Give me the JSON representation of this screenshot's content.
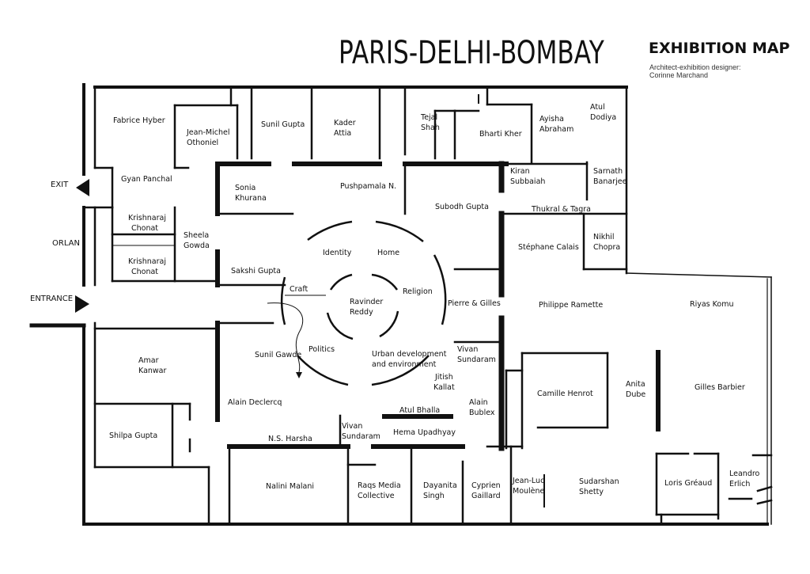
{
  "header": {
    "title": "PARIS-DELHI-BOMBAY",
    "subtitle": "EXHIBITION MAP",
    "designer_line1": "Architect-exhibition designer:",
    "designer_line2": "Corinne Marchand"
  },
  "markers": {
    "exit": "EXIT",
    "orlan": "ORLAN",
    "entrance": "ENTRANCE"
  },
  "rooms": {
    "fabrice_hyber": [
      "Fabrice Hyber"
    ],
    "jean_michel_othoniel": [
      "Jean-Michel",
      "Othoniel"
    ],
    "sunil_gupta": [
      "Sunil Gupta"
    ],
    "kader_attia": [
      "Kader",
      "Attia"
    ],
    "tejal_shah": [
      "Tejal",
      "Shah"
    ],
    "bharti_kher": [
      "Bharti Kher"
    ],
    "ayisha_abraham": [
      "Ayisha",
      "Abraham"
    ],
    "atul_dodiya": [
      "Atul",
      "Dodiya"
    ],
    "gyan_panchal": [
      "Gyan Panchal"
    ],
    "sonia_khurana": [
      "Sonia",
      "Khurana"
    ],
    "pushpamala_n": [
      "Pushpamala N."
    ],
    "kiran_subbaiah": [
      "Kiran",
      "Subbaiah"
    ],
    "sarnath_banarjee": [
      "Sarnath",
      "Banarjee"
    ],
    "subodh_gupta": [
      "Subodh Gupta"
    ],
    "thukral_tagra": [
      "Thukral & Tagra"
    ],
    "krishnaraj_chonat_1": [
      "Krishnaraj",
      "Chonat"
    ],
    "sheela_gowda": [
      "Sheela",
      "Gowda"
    ],
    "krishnaraj_chonat_2": [
      "Krishnaraj",
      "Chonat"
    ],
    "stephane_calais": [
      "Stéphane Calais"
    ],
    "nikhil_chopra": [
      "Nikhil",
      "Chopra"
    ],
    "sakshi_gupta": [
      "Sakshi Gupta"
    ],
    "pierre_gilles": [
      "Pierre & Gilles"
    ],
    "philippe_ramette": [
      "Philippe Ramette"
    ],
    "riyas_komu": [
      "Riyas Komu"
    ],
    "amar_kanwar": [
      "Amar",
      "Kanwar"
    ],
    "sunil_gawde": [
      "Sunil Gawde"
    ],
    "vivan_sundaram_1": [
      "Vivan",
      "Sundaram"
    ],
    "jitish_kallat": [
      "Jitish",
      "Kallat"
    ],
    "camille_henrot": [
      "Camille Henrot"
    ],
    "anita_dube": [
      "Anita",
      "Dube"
    ],
    "gilles_barbier": [
      "Gilles Barbier"
    ],
    "alain_declercq": [
      "Alain Declercq"
    ],
    "alain_bublex": [
      "Alain",
      "Bublex"
    ],
    "atul_bhalla": [
      "Atul Bhalla"
    ],
    "shilpa_gupta": [
      "Shilpa Gupta"
    ],
    "ns_harsha": [
      "N.S. Harsha"
    ],
    "vivan_sundaram_2": [
      "Vivan",
      "Sundaram"
    ],
    "hema_upadhyay": [
      "Hema Upadhyay"
    ],
    "nalini_malani": [
      "Nalini Malani"
    ],
    "raqs_media": [
      "Raqs Media",
      "Collective"
    ],
    "dayanita_singh": [
      "Dayanita",
      "Singh"
    ],
    "cyprien_gaillard": [
      "Cyprien",
      "Gaillard"
    ],
    "jean_luc_moulene": [
      "Jean-Luc",
      "Moulène"
    ],
    "sudarshan_shetty": [
      "Sudarshan",
      "Shetty"
    ],
    "loris_greaud": [
      "Loris Gréaud"
    ],
    "leandro_erlich": [
      "Leandro",
      "Erlich"
    ]
  },
  "central": {
    "identity": "Identity",
    "home": "Home",
    "craft": "Craft",
    "religion": "Religion",
    "politics": "Politics",
    "urban_line1": "Urban development",
    "urban_line2": "and environment",
    "ravinder_reddy": [
      "Ravinder",
      "Reddy"
    ]
  }
}
